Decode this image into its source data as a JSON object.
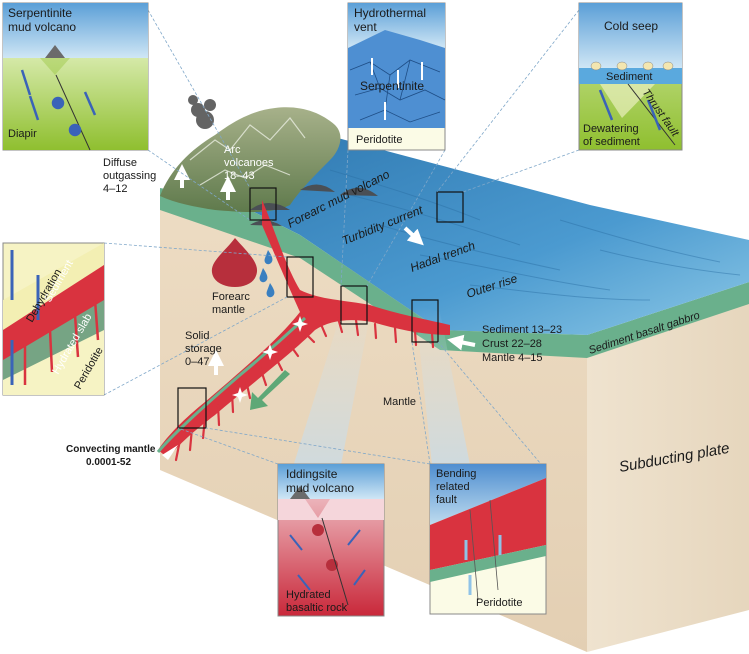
{
  "insets": {
    "serpentinite": {
      "title_line1": "Serpentinite",
      "title_line2": "mud volcano",
      "diapir": "Diapir"
    },
    "hydrothermal": {
      "title_line1": "Hydrothermal",
      "title_line2": "vent",
      "serpentinite": "Serpentinite",
      "peridotite": "Peridotite"
    },
    "cold_seep": {
      "title": "Cold seep",
      "sediment": "Sediment",
      "thrust_fault": "Thrust fault",
      "dewatering_line1": "Dewatering",
      "dewatering_line2": "of sediment"
    },
    "slab": {
      "dehydration": "Dehydration",
      "sediment": "Sediment",
      "hydrated_slab": "Hydrated slab",
      "peridotite": "Peridotite"
    },
    "iddingsite": {
      "title_line1": "Iddingsite",
      "title_line2": "mud volcano",
      "bottom_line1": "Hydrated",
      "bottom_line2": "basaltic rock"
    },
    "bending": {
      "title_line1": "Bending",
      "title_line2": "related",
      "title_line3": "fault",
      "peridotite": "Peridotite"
    }
  },
  "labels": {
    "diffuse_line1": "Diffuse",
    "diffuse_line2": "outgassing",
    "diffuse_line3": "4–12",
    "arc_line1": "Arc",
    "arc_line2": "volcanoes",
    "arc_line3": "18–43",
    "forearc_mud_volcano": "Forearc mud volcano",
    "turbidity_current": "Turbidity current",
    "hadal_trench": "Hadal trench",
    "outer_rise": "Outer rise",
    "forearc_mantle_line1": "Forearc",
    "forearc_mantle_line2": "mantle",
    "solid_line1": "Solid",
    "solid_line2": "storage",
    "solid_line3": "0–47",
    "sediment_flux": "Sediment 13–23",
    "crust_flux": "Crust 22–28",
    "mantle_flux": "Mantle 4–15",
    "sediment_basalt_gabbro": "Sediment basalt gabbro",
    "mantle": "Mantle",
    "subducting_plate": "Subducting plate",
    "convecting_line1": "Convecting mantle",
    "convecting_line2": "0.0001-52"
  },
  "colors": {
    "slab_red": "#d9333f",
    "crust_green": "#6ab08c",
    "block_tan": "#e9d8bf",
    "ocean_blue": "#3f8fc6",
    "inset_green": "#9bc63a",
    "arrow_blue": "#3a63b8"
  }
}
